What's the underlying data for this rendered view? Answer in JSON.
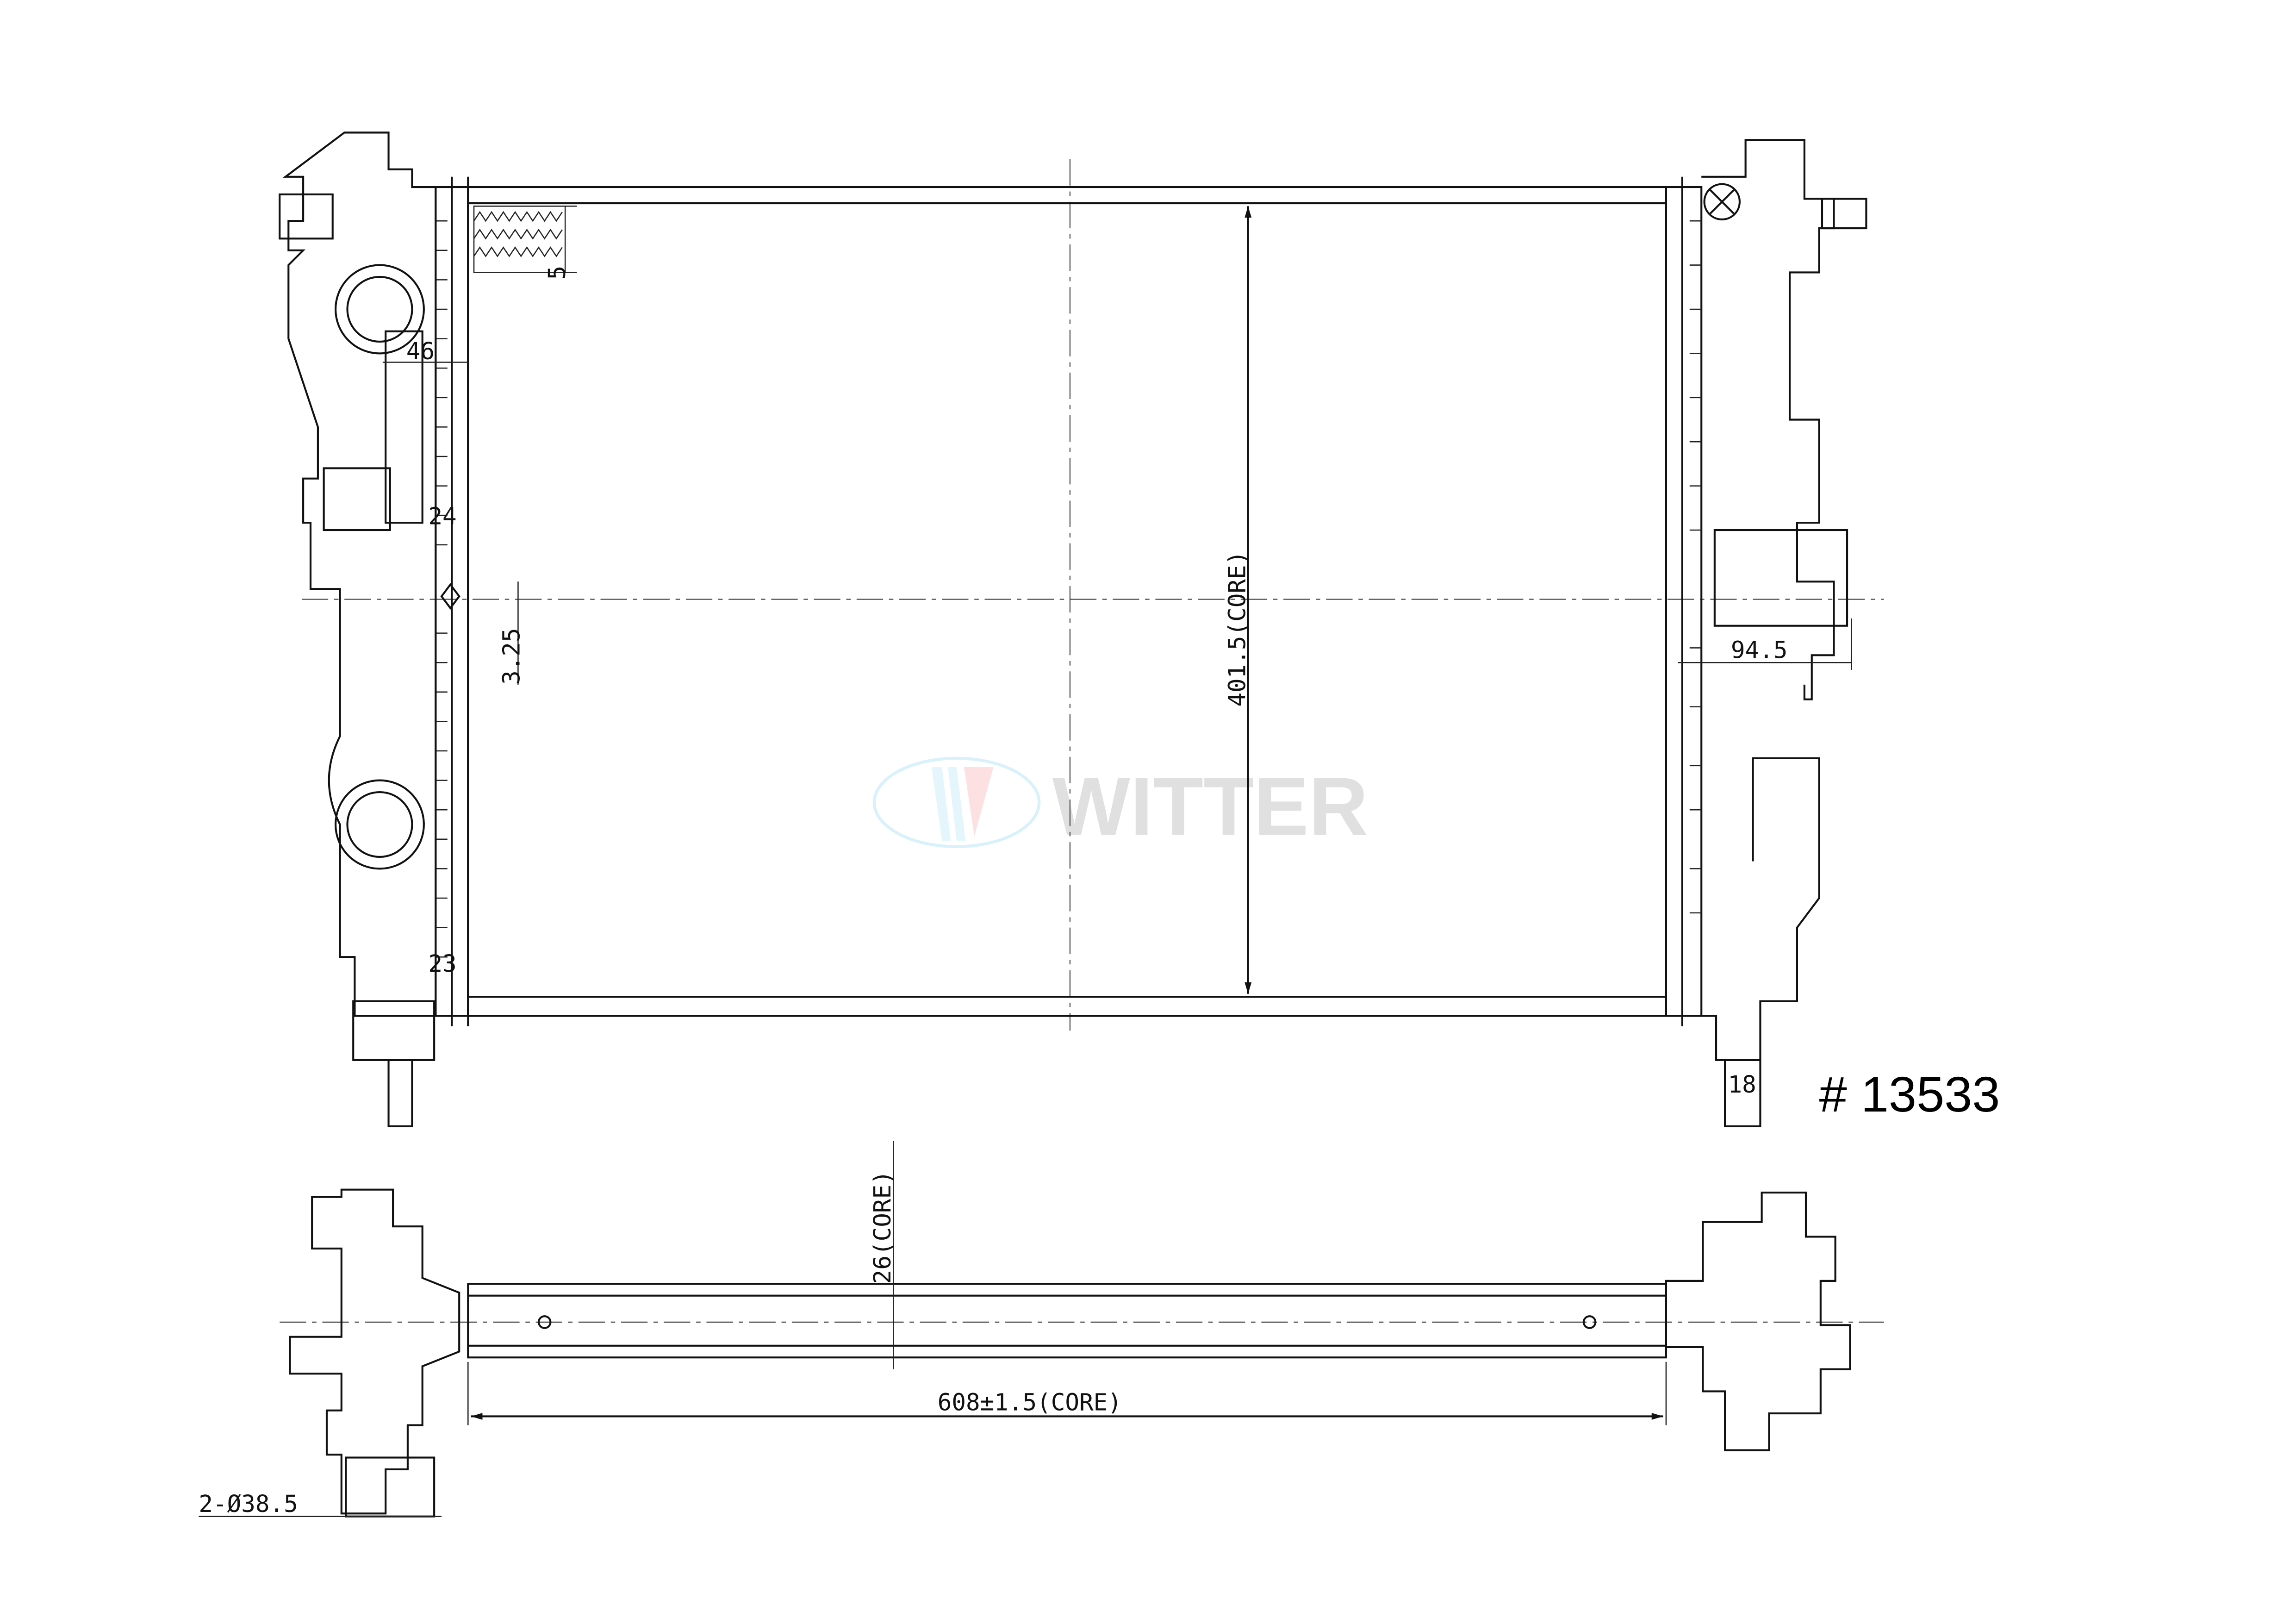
{
  "watermark": {
    "text": "WITTER",
    "ring_color": "#d8f1fb",
    "accent_color": "#fde0e2"
  },
  "part_number": "# 13533",
  "front_view": {
    "dims": {
      "core_height": "401.5(CORE)",
      "left_offset_46": "46",
      "left_offset_24": "24",
      "left_offset_23": "23",
      "fin_pitch": "5",
      "small_offset": "3.25",
      "bracket_width": "94.5",
      "drain_offset": "18"
    }
  },
  "bottom_view": {
    "dims": {
      "core_depth": "26(CORE)",
      "core_width": "608±1.5(CORE)",
      "pipe_diameter": "2-Ø38.5"
    }
  }
}
